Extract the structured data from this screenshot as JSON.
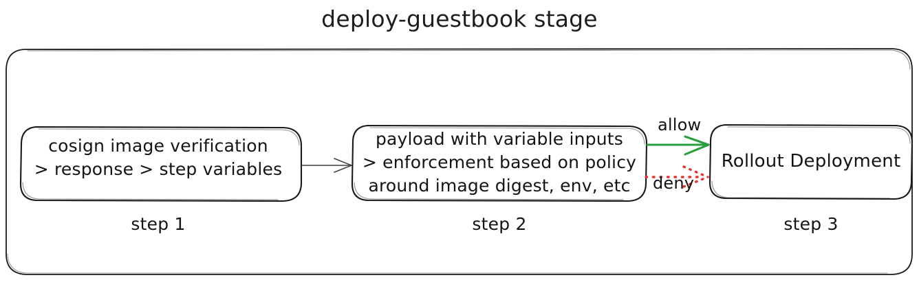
{
  "diagram": {
    "title": "deploy-guestbook stage",
    "type": "flowchart",
    "style": "hand-drawn sketch",
    "background_color": "#ffffff",
    "stroke_color": "#1a1a1a",
    "container": {
      "name": "stage-container",
      "label": ""
    },
    "nodes": [
      {
        "id": "step-1",
        "shape": "rounded-rectangle",
        "lines": [
          "cosign image verification",
          "> response > step variables"
        ],
        "caption": "step 1"
      },
      {
        "id": "step-2",
        "shape": "rounded-rectangle",
        "lines": [
          "payload with variable inputs",
          "> enforcement based on policy",
          "around image digest, env, etc"
        ],
        "caption": "step 2"
      },
      {
        "id": "step-3",
        "shape": "rounded-rectangle",
        "lines": [
          "Rollout Deployment"
        ],
        "caption": "step 3"
      }
    ],
    "edges": [
      {
        "id": "edge-step1-step2",
        "from": "step-1",
        "to": "step-2",
        "label": "",
        "line_style": "solid",
        "color": "#3f3f3f"
      },
      {
        "id": "edge-allow",
        "from": "step-2",
        "to": "step-3",
        "label": "allow",
        "line_style": "solid",
        "color": "#2a9d3c"
      },
      {
        "id": "edge-deny",
        "from": "step-2",
        "to": "step-3",
        "label": "deny",
        "line_style": "dotted",
        "color": "#e8322e"
      }
    ],
    "colors": {
      "allow": "#2a9d3c",
      "deny": "#e8322e",
      "stroke": "#1a1a1a",
      "text": "#141414"
    }
  }
}
